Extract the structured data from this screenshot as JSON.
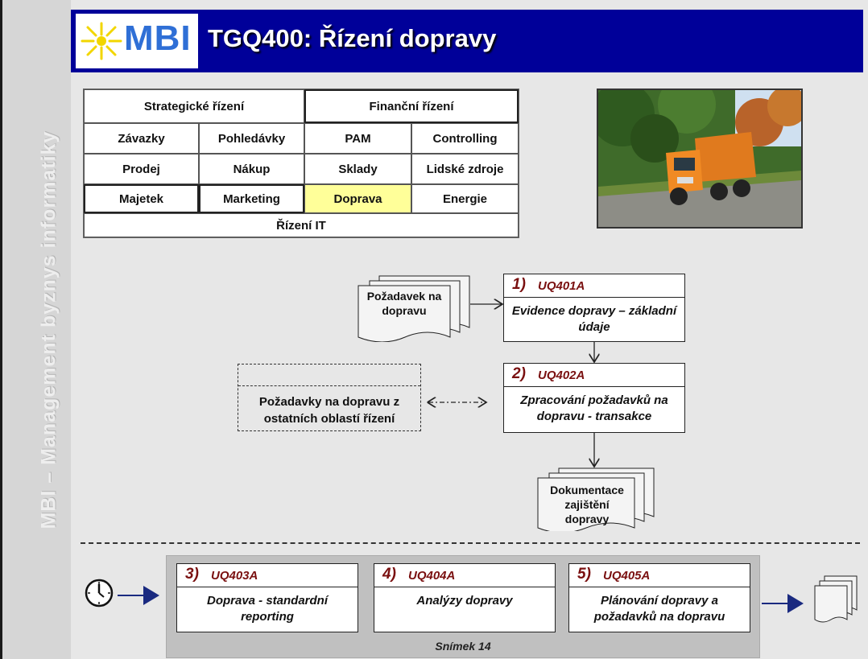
{
  "sidebar": {
    "text": "MBI – Management byznys informatiky"
  },
  "header": {
    "logo": "MBI",
    "title": "TGQ400: Řízení dopravy"
  },
  "grid": {
    "strategic": "Strategické řízení",
    "financial": "Finanční řízení",
    "row2": [
      "Závazky",
      "Pohledávky",
      "PAM",
      "Controlling"
    ],
    "row3": [
      "Prodej",
      "Nákup",
      "Sklady",
      "Lidské zdroje"
    ],
    "row4": [
      "Majetek",
      "Marketing",
      "Doprava",
      "Energie"
    ],
    "it": "Řízení IT"
  },
  "process": {
    "input_doc": "Požadavek na dopravu",
    "box1": {
      "num": "1)",
      "code": "UQ401A",
      "text": "Evidence dopravy – základní údaje"
    },
    "box2": {
      "num": "2)",
      "code": "UQ402A",
      "text": "Zpracování požadavků na dopravu - transakce"
    },
    "other_areas": "Požadavky na dopravu z ostatních oblastí řízení",
    "output_doc": "Dokumentace zajištění dopravy"
  },
  "bottom": {
    "box3": {
      "num": "3)",
      "code": "UQ403A",
      "text": "Doprava - standardní reporting"
    },
    "box4": {
      "num": "4)",
      "code": "UQ404A",
      "text": "Analýzy dopravy"
    },
    "box5": {
      "num": "5)",
      "code": "UQ405A",
      "text": "Plánování dopravy a požadavků na dopravu"
    },
    "slide_label": "Snímek 14"
  },
  "colors": {
    "header": "#000099",
    "highlight": "#ffff99",
    "code": "#7a1010"
  }
}
